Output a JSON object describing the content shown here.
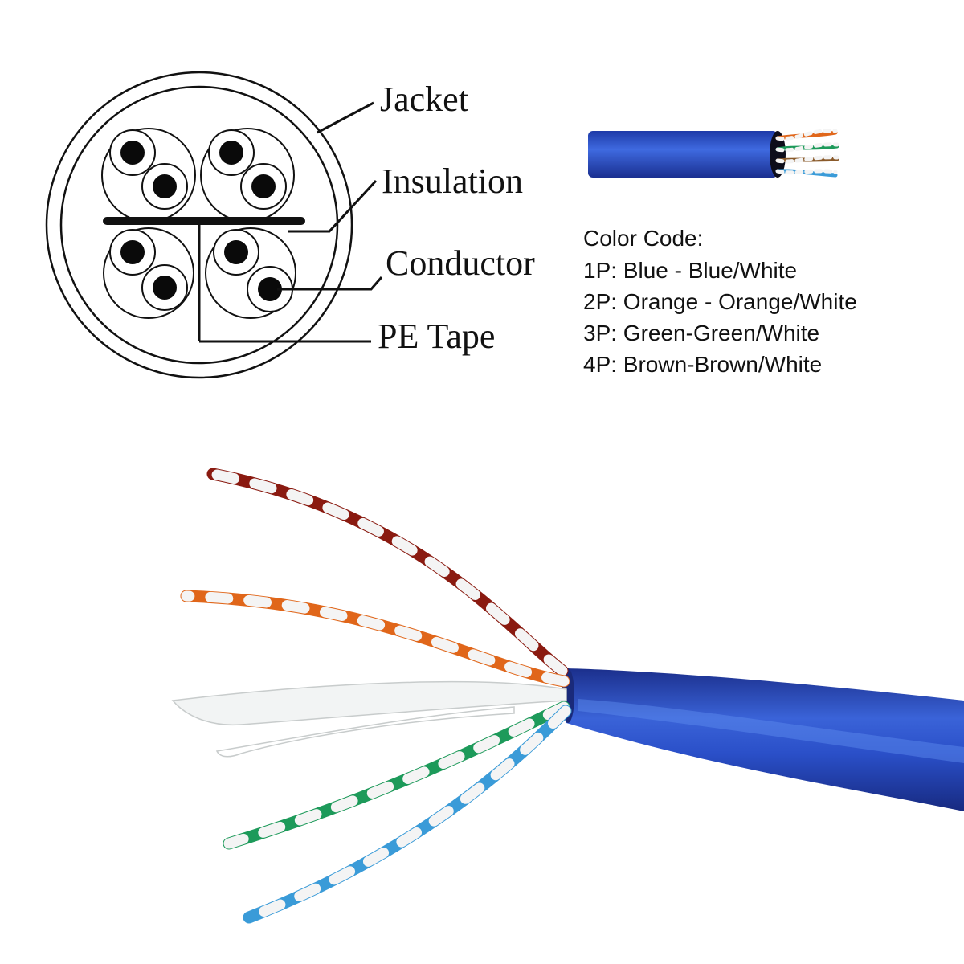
{
  "cross_section": {
    "labels": {
      "jacket": "Jacket",
      "insulation": "Insulation",
      "conductor": "Conductor",
      "pe_tape": "PE Tape"
    },
    "colors": {
      "outline": "#111111",
      "conductor": "#0a0a0a"
    }
  },
  "color_code": {
    "heading": "Color Code:",
    "lines": [
      "1P: Blue - Blue/White",
      "2P: Orange - Orange/White",
      "3P: Green-Green/White",
      "4P: Brown-Brown/White"
    ]
  },
  "cable_colors": {
    "jacket_blue": "#2a4fc8",
    "jacket_dark": "#1a318f",
    "blue": "#3a9bd8",
    "orange": "#e0661a",
    "green": "#1d9a5a",
    "brown": "#8a1a10",
    "white": "#f4f4f4"
  }
}
